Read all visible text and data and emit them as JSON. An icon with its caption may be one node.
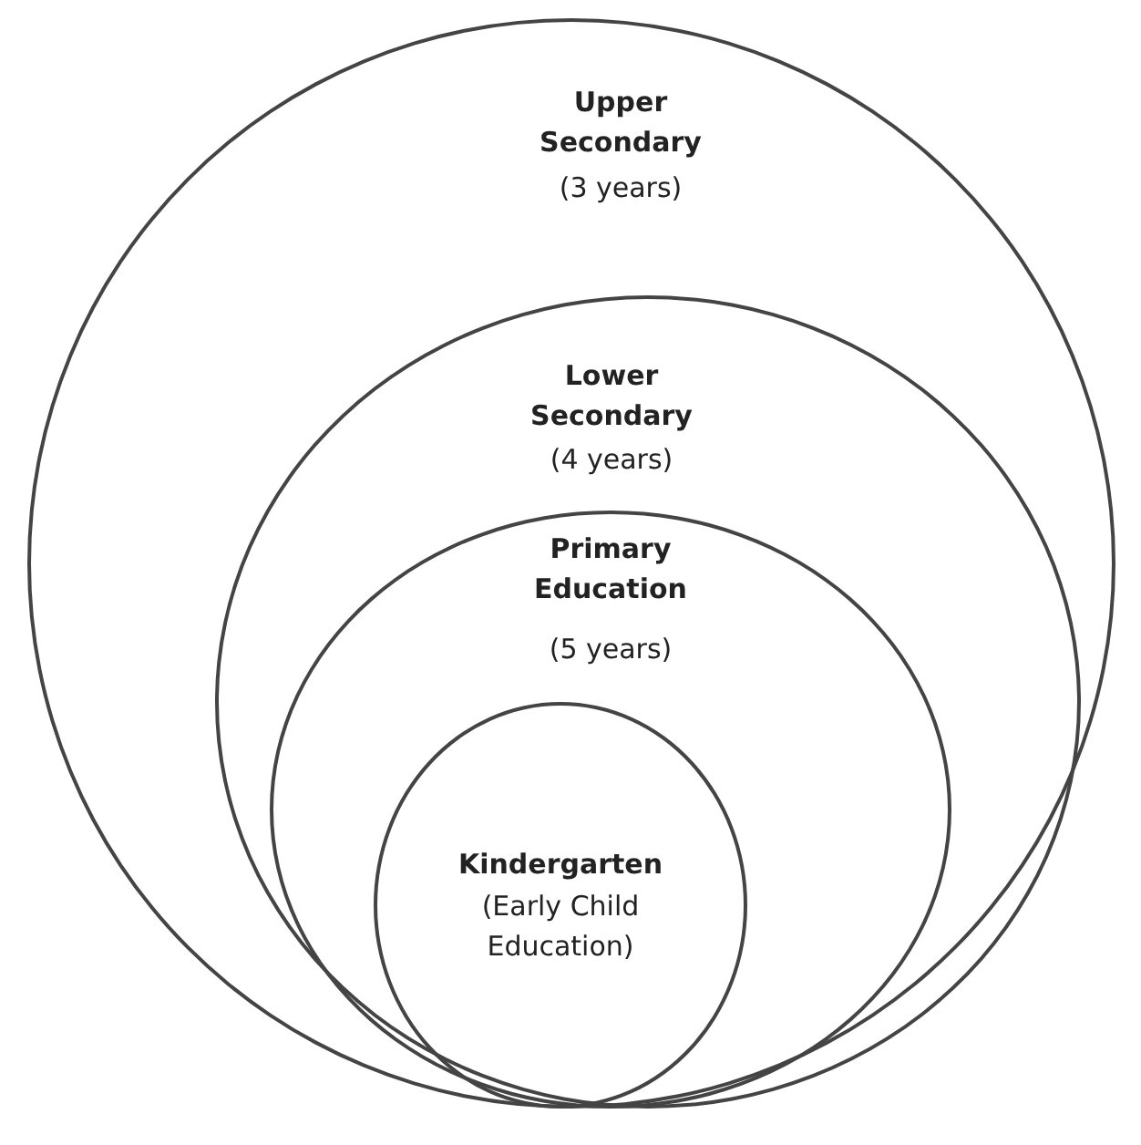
{
  "diagram": {
    "nodes": [
      {
        "text": [
          "Upper Secondary",
          "(3 years)"
        ]
      },
      {
        "text": [
          "Lower Secondary",
          "(4 years)"
        ],
        "in": 0
      },
      {
        "text": [
          "Primary Education",
          "(5 years)"
        ],
        "in": 1
      },
      {
        "text": [
          "Kindergarten",
          "(Early Child Education)"
        ],
        "in": 2
      }
    ]
  }
}
